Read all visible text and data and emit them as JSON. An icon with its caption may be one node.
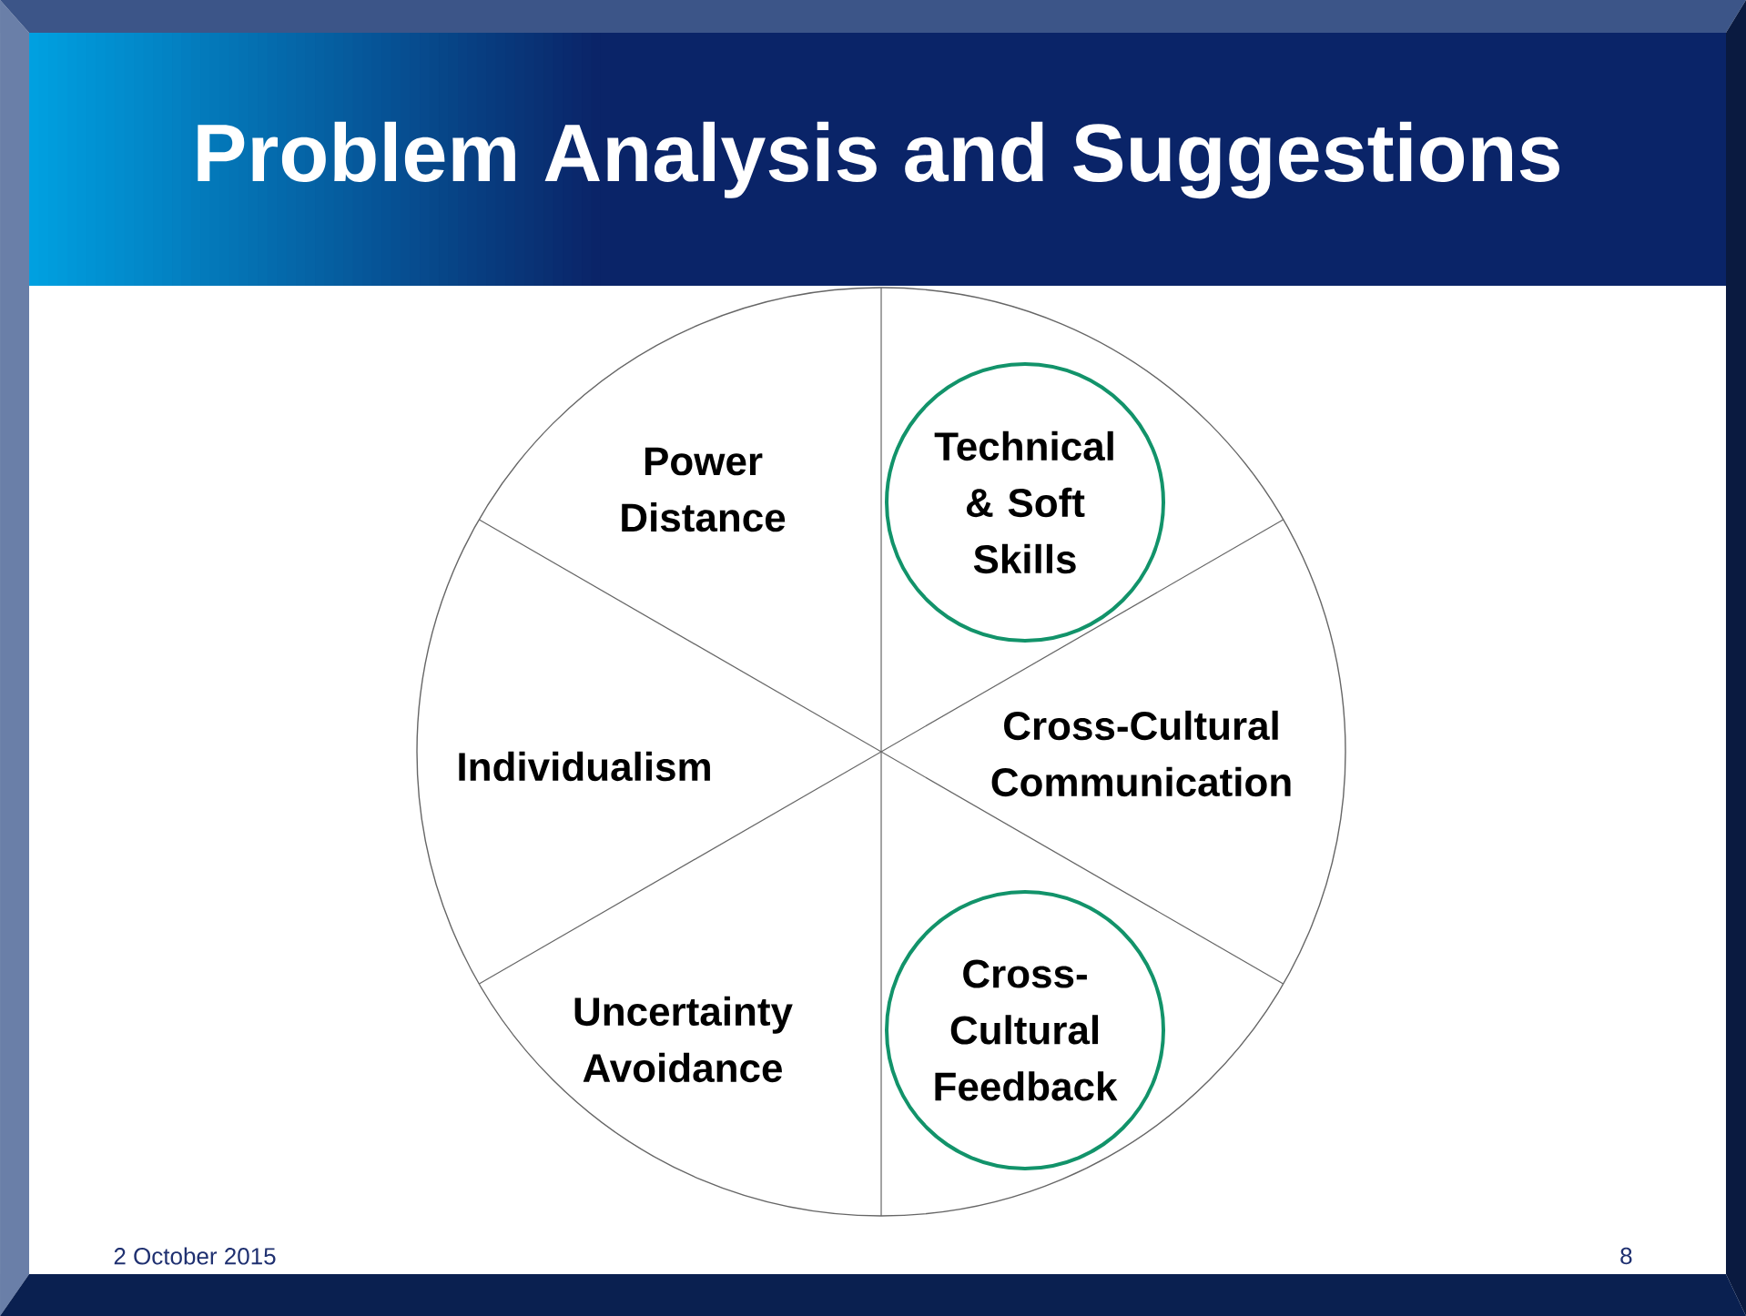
{
  "diagram": {
    "title": "Problem Analysis and Suggestions",
    "nodes": [
      {
        "text": [
          "Power Distance"
        ]
      },
      {
        "text": [
          "Technical & Soft Skills"
        ]
      },
      {
        "text": [
          "Cross-Cultural Communication"
        ]
      },
      {
        "text": [
          "Cross-Cultural Feedback"
        ]
      },
      {
        "text": [
          "Uncertainty Avoidance"
        ]
      },
      {
        "text": [
          "Individualism"
        ]
      }
    ],
    "labels": [
      "2 October 2015",
      "8"
    ]
  }
}
